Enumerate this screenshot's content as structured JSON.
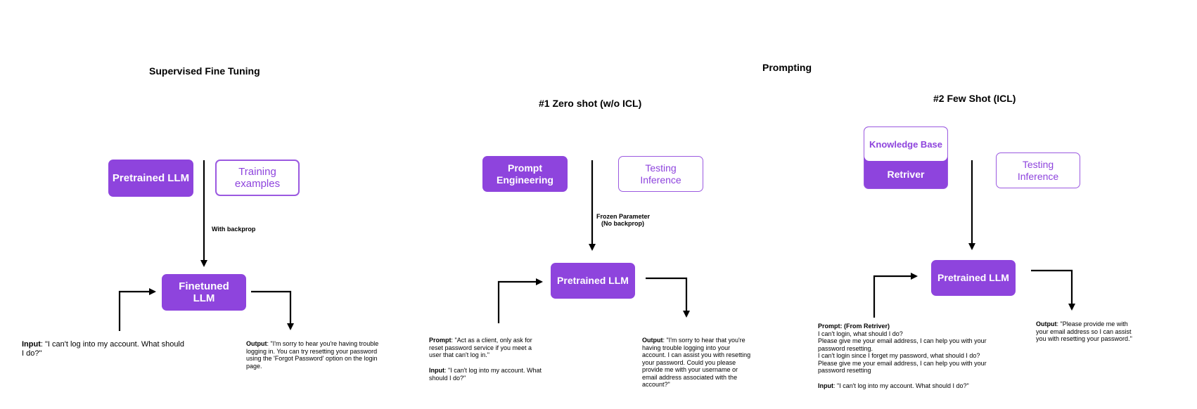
{
  "sft": {
    "title": "Supervised Fine Tuning",
    "pretrained_box": "Pretrained LLM",
    "training_box": "Training examples",
    "arrow_label": "With backprop",
    "finetuned_box": "Finetuned LLM",
    "input_label": "Input",
    "input_text": ": \"I can't log into my account. What should I do?\"",
    "output_label": "Output",
    "output_text": ": \"I'm sorry to hear you're having trouble logging in. You can try resetting your password using the 'Forgot Password' option on the login page."
  },
  "prompting": {
    "title": "Prompting"
  },
  "zero_shot": {
    "title": "#1 Zero shot (w/o ICL)",
    "prompt_eng_box": "Prompt Engineering",
    "testing_box": "Testing Inference",
    "arrow_label_line1": "Frozen Parameter",
    "arrow_label_line2": "(No backprop)",
    "pretrained_box": "Pretrained LLM",
    "prompt_label": "Prompt",
    "prompt_text": ": \"Act as a client, only ask for reset password service if you meet a user that can't log in.\"",
    "input_label": "Input",
    "input_text": ": \"I can't log into my account. What should I do?\"",
    "output_label": "Output",
    "output_text": ": \"I'm sorry to hear that you're having trouble logging into your account. I can assist you with resetting your password. Could you please provide me with your username or email address associated with the account?\""
  },
  "few_shot": {
    "title": "#2 Few Shot (ICL)",
    "kb_box": "Knowledge Base",
    "retriver_box": "Retriver",
    "testing_box": "Testing Inference",
    "pretrained_box": "Pretrained LLM",
    "prompt_label": "Prompt: (From Retriver)",
    "prompt_lines": [
      "I can't login, what should I do?",
      "Please give me your email address, I can help you with your password resetting.",
      "I can't login since I forget my password, what should I do?",
      "Please give me your email address, I can help you with your password resetting"
    ],
    "input_label": "Input",
    "input_text": ": \"I can't log into my account. What should I do?\"",
    "output_label": "Output",
    "output_text": ": \"Please provide me with your email address so I can assist you with resetting your password.\""
  },
  "colors": {
    "accent": "#8e44dd",
    "outline": "#9b59e0",
    "arrow": "#000000"
  }
}
